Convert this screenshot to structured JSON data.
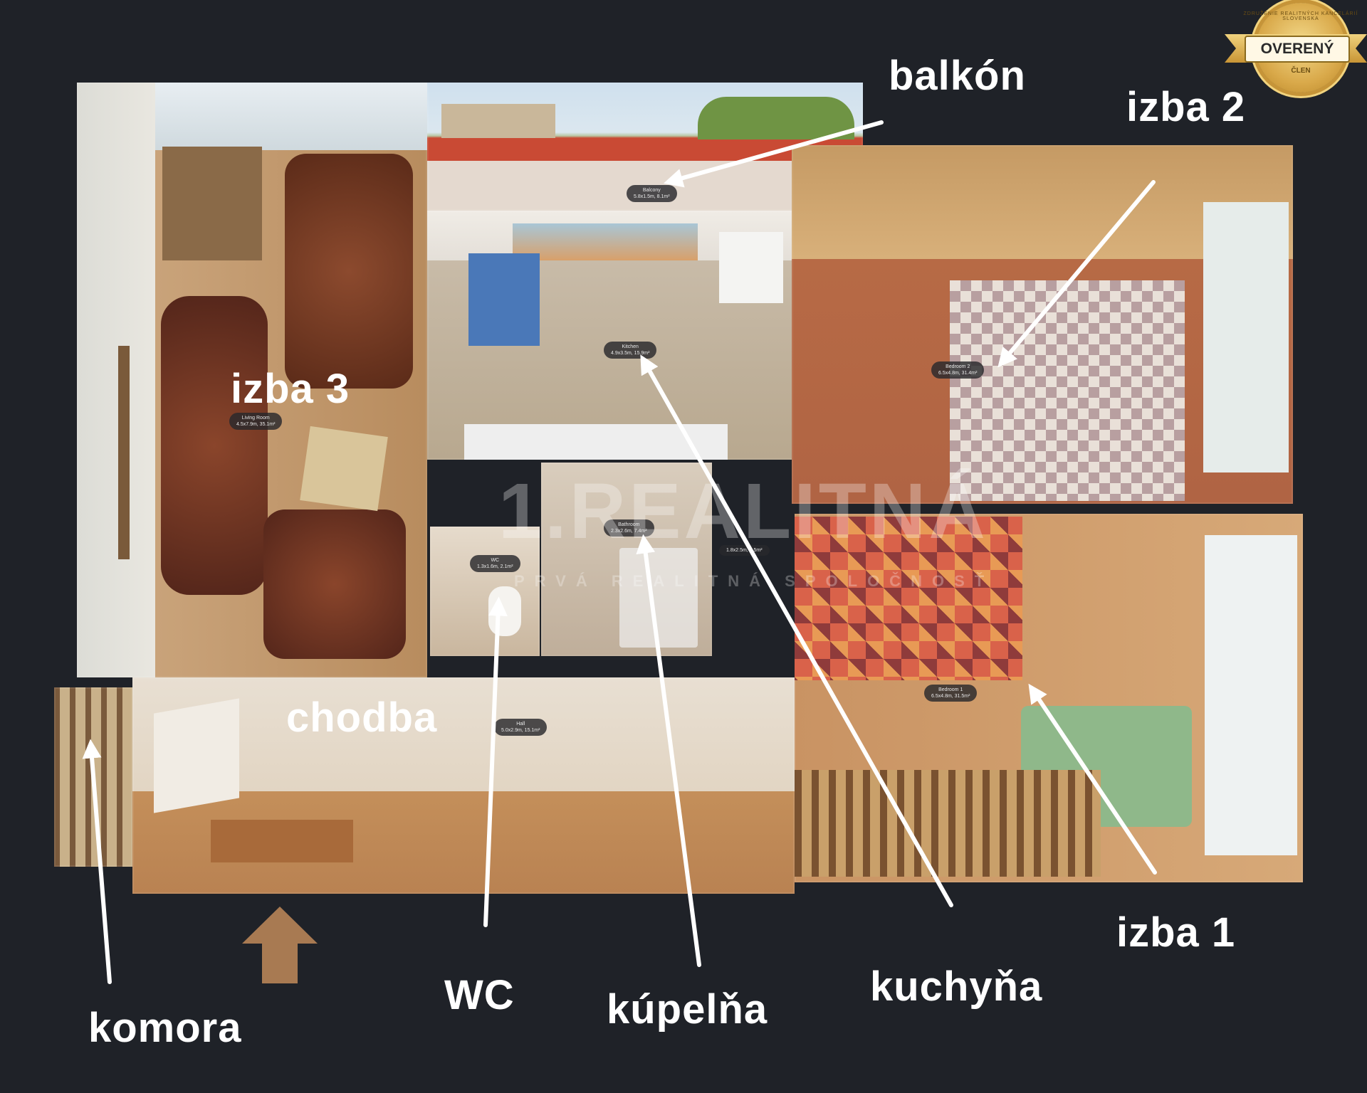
{
  "labels": {
    "balkon": "balkón",
    "izba2": "izba 2",
    "izba3": "izba 3",
    "chodba": "chodba",
    "izba1": "izba 1",
    "kuchyna": "kuchyňa",
    "kupelna": "kúpelňa",
    "wc": "WC",
    "komora": "komora"
  },
  "room_tags": {
    "balcony": {
      "name": "Balcony",
      "size": "5.8x1.5m, 8.1m²"
    },
    "kitchen": {
      "name": "Kitchen",
      "size": "4.9x3.5m, 15.9m²"
    },
    "bedroom2": {
      "name": "Bedroom 2",
      "size": "6.5x4.8m, 31.4m²"
    },
    "living": {
      "name": "Living Room",
      "size": "4.5x7.9m, 35.1m²"
    },
    "bathroom": {
      "name": "Bathroom",
      "size": "2.3x2.6m, 7.4m²"
    },
    "wc": {
      "name": "WC",
      "size": "1.3x1.6m, 2.1m²"
    },
    "hall2": {
      "name": "",
      "size": "1.8x2.5m, 4.5m²"
    },
    "bedroom1": {
      "name": "Bedroom 1",
      "size": "6.5x4.8m, 31.5m²"
    },
    "hall": {
      "name": "Hall",
      "size": "5.0x2.9m, 15.1m²"
    }
  },
  "watermark": {
    "brand": "1.REALITNÁ",
    "tagline": "PRVÁ REALITNÁ SPOLOČNOSŤ"
  },
  "badge": {
    "title": "OVERENÝ",
    "subtitle": "ČLEN",
    "ring_text": "ZDRUŽENIE REALITNÝCH KANCELÁRIÍ SLOVENSKA"
  },
  "colors": {
    "background": "#1f2228",
    "label": "#ffffff",
    "entrance_arrow": "#a87a52",
    "badge_gold": "#d9a94a"
  }
}
